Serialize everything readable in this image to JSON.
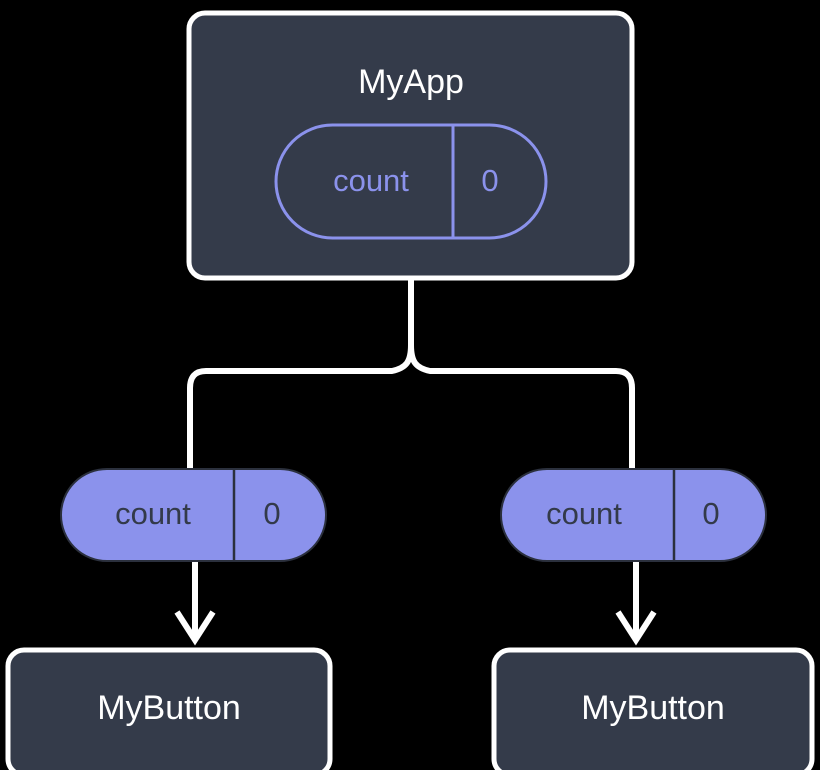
{
  "diagram": {
    "title": "MyApp",
    "type": "component-tree",
    "background_color": "#000000",
    "colors": {
      "card_fill": "#343b4a",
      "card_border": "#ffffff",
      "accent": "#8b92ec",
      "accent_text_dark": "#333a49",
      "label_text": "#ffffff",
      "connector": "#ffffff"
    },
    "root": {
      "label": "MyApp",
      "state_pill": {
        "key": "count",
        "value": "0",
        "style": "outlined"
      }
    },
    "branches": [
      {
        "side": "left",
        "pill": {
          "key": "count",
          "value": "0",
          "style": "filled"
        },
        "child": {
          "label": "MyButton"
        }
      },
      {
        "side": "right",
        "pill": {
          "key": "count",
          "value": "0",
          "style": "filled"
        },
        "child": {
          "label": "MyButton"
        }
      }
    ],
    "connectors": {
      "fork_from_root": "vertical-split-to-two-children",
      "pill_to_child": "downward-arrow"
    }
  }
}
